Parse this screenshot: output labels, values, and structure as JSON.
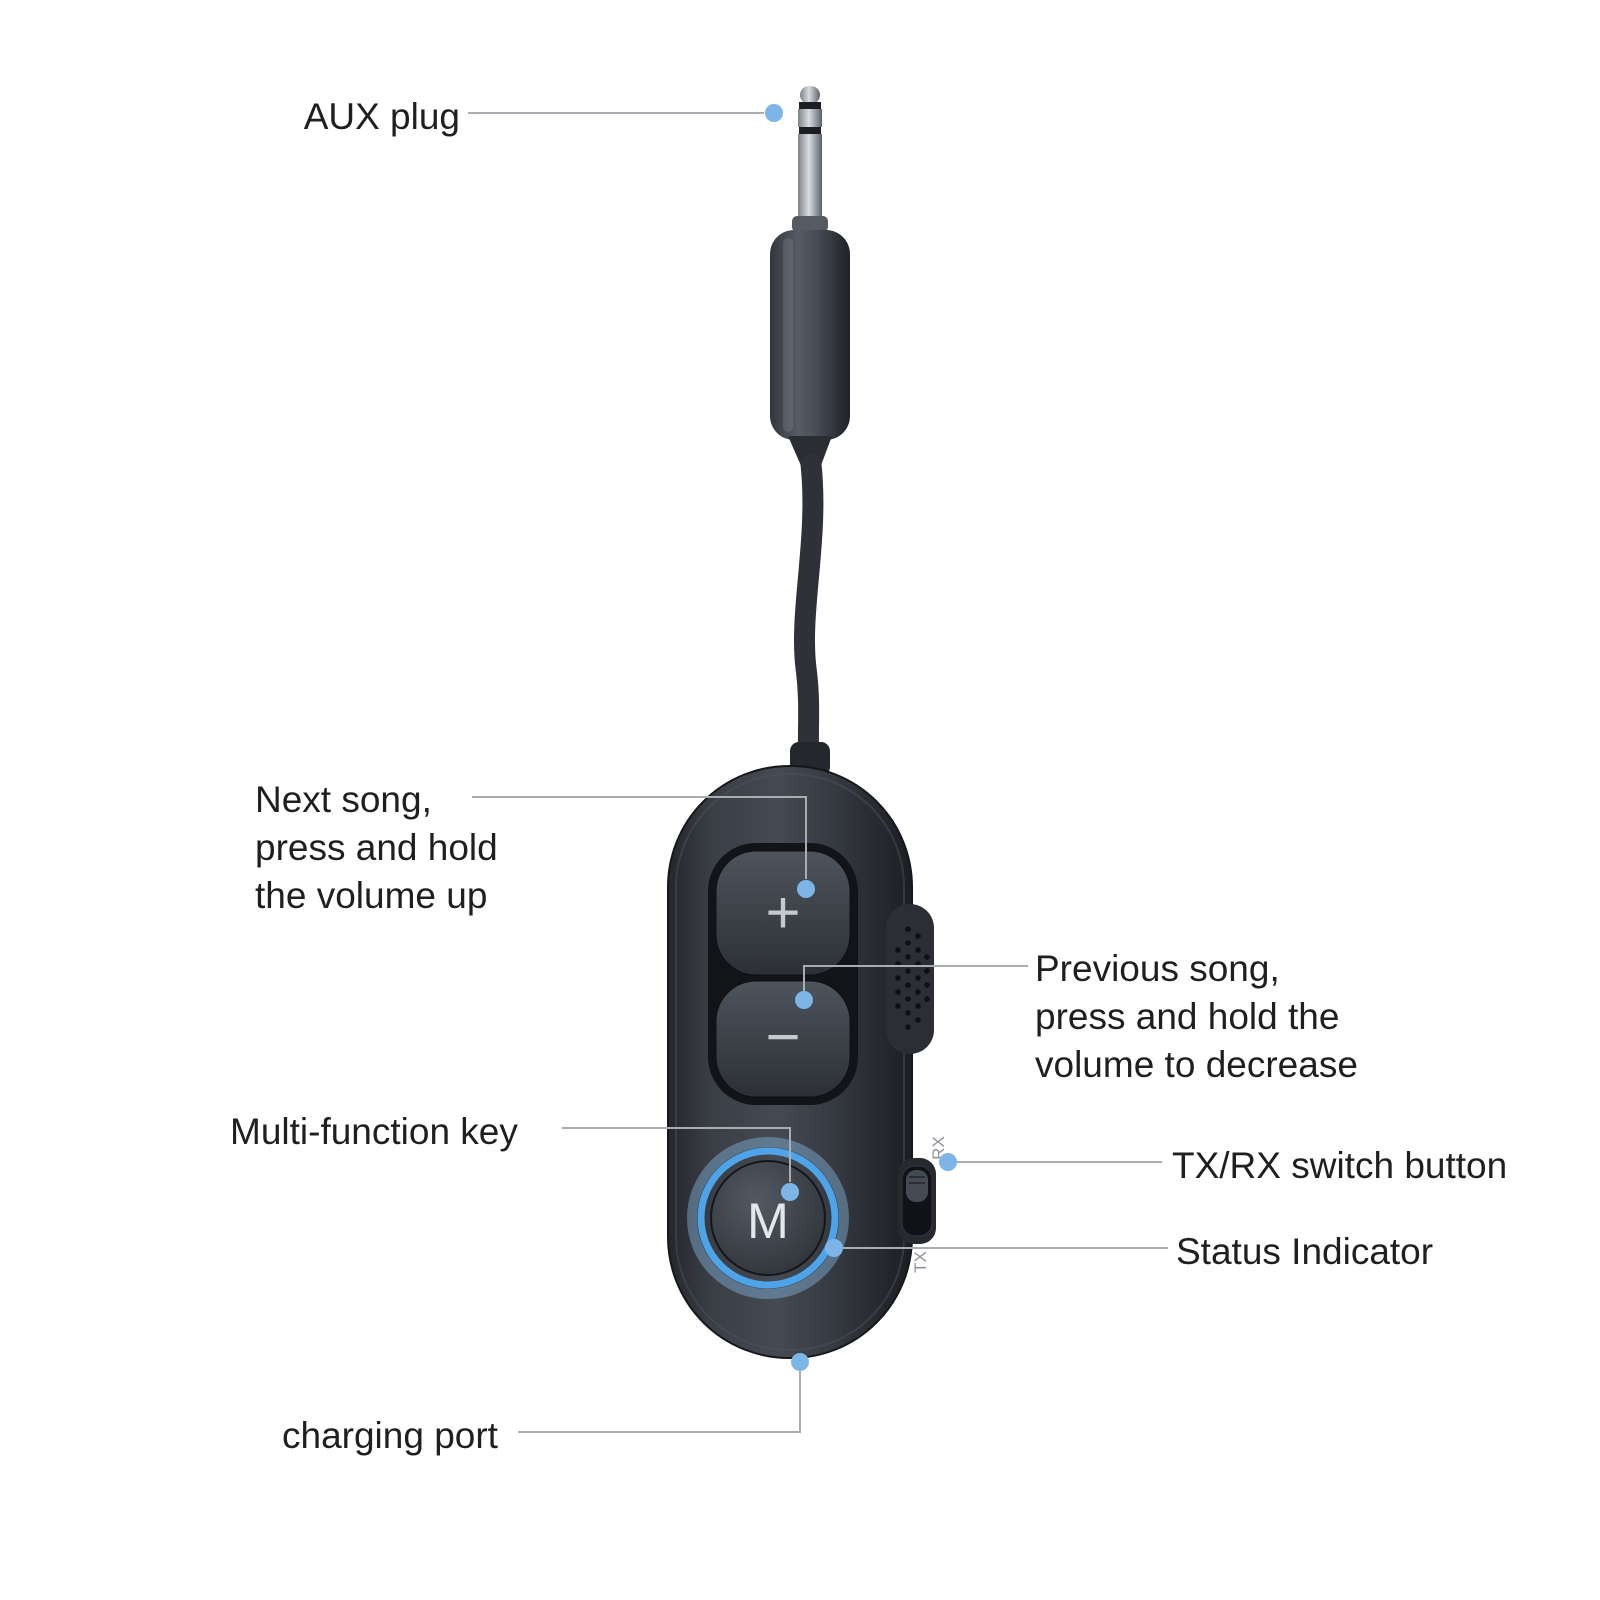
{
  "annotations": {
    "aux_plug": {
      "label": "AUX plug"
    },
    "next_song": {
      "line1": "Next song,",
      "line2": "press and hold",
      "line3": "the volume up"
    },
    "previous_song": {
      "line1": "Previous song,",
      "line2": "press and hold the",
      "line3": "volume to decrease"
    },
    "multi_function_key": {
      "label": "Multi-function key"
    },
    "tx_rx_switch": {
      "label": "TX/RX switch button"
    },
    "status_indicator": {
      "label": "Status Indicator"
    },
    "charging_port": {
      "label": "charging port"
    }
  },
  "device": {
    "volume_up_button": "+",
    "volume_down_button": "−",
    "multi_function_button": "M",
    "switch_label_rx": "RX",
    "switch_label_tx": "TX"
  },
  "colors": {
    "callout_dot": "#7db5e6",
    "leader_line": "#a9adb2",
    "indicator_ring": "#4ea4e8",
    "label_text": "#1f1f1f",
    "background": "#ffffff"
  }
}
